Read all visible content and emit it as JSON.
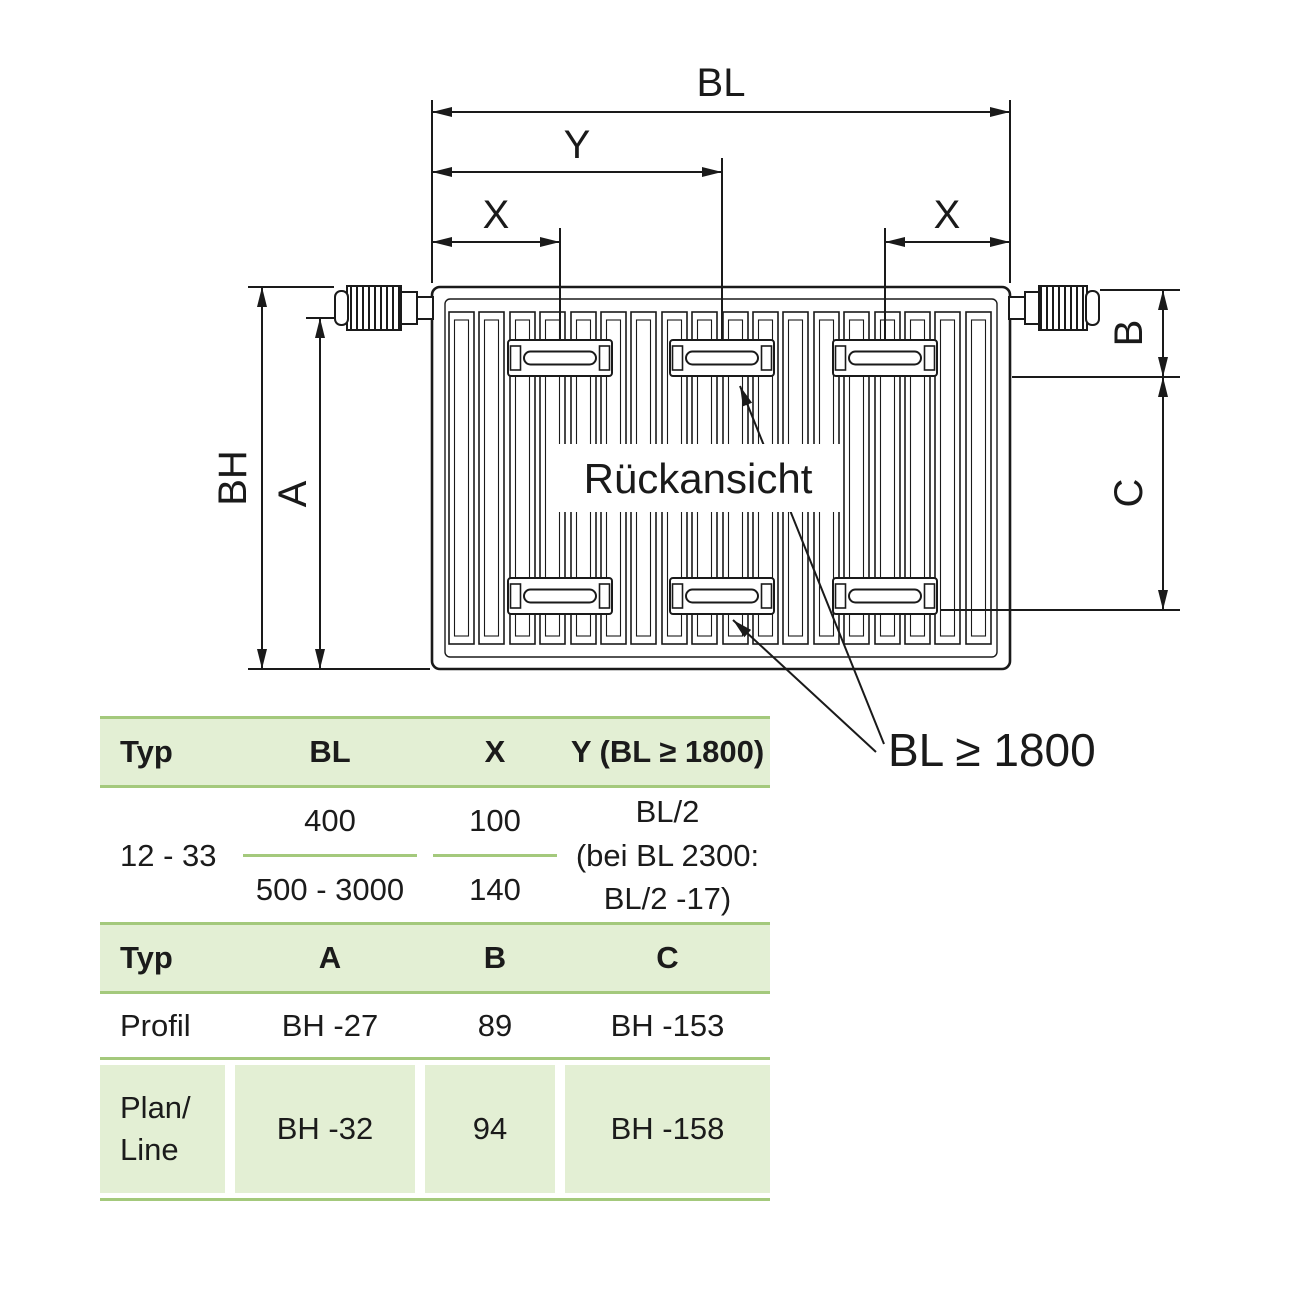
{
  "colors": {
    "line_green": "#a4c97c",
    "cell_green": "#e3efd4",
    "drawing_ink": "#1a1a1a"
  },
  "diagram": {
    "dim_bl": "BL",
    "dim_y": "Y",
    "dim_x_left": "X",
    "dim_x_right": "X",
    "dim_bh": "BH",
    "dim_a": "A",
    "dim_b": "B",
    "dim_c": "C",
    "view_label": "Rückansicht",
    "callout": "BL ≥ 1800"
  },
  "table_dimensions": {
    "headers": [
      "Typ",
      "BL",
      "X",
      "Y (BL ≥ 1800)"
    ],
    "typ": "12 - 33",
    "bl_values": [
      "400",
      "500 - 3000"
    ],
    "x_values": [
      "100",
      "140"
    ],
    "y_value_lines": [
      "BL/2",
      "(bei BL 2300:",
      "BL/2 -17)"
    ]
  },
  "table_heights": {
    "headers": [
      "Typ",
      "A",
      "B",
      "C"
    ],
    "rows": [
      {
        "typ_line1": "Profil",
        "a": "BH -27",
        "b": "89",
        "c": "BH -153"
      },
      {
        "typ_line1": "Plan/",
        "typ_line2": "Line",
        "a": "BH -32",
        "b": "94",
        "c": "BH -158"
      }
    ]
  }
}
